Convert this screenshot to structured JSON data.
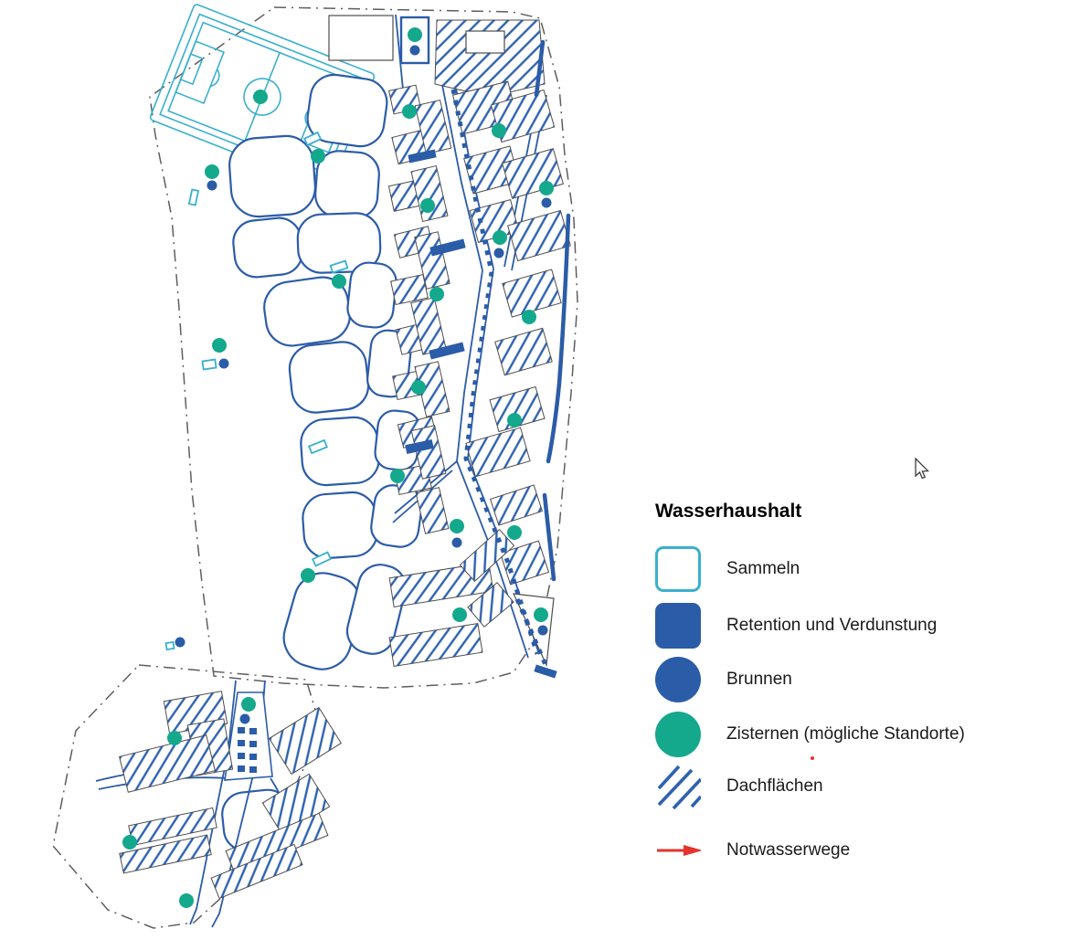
{
  "legend": {
    "title": "Wasserhaushalt",
    "items": [
      {
        "id": "sammeln",
        "label": "Sammeln",
        "swatch": "outlined-square",
        "color": "#3AAFCE"
      },
      {
        "id": "retention",
        "label": "Retention und Verdunstung",
        "swatch": "filled-square",
        "color": "#2B5CA8"
      },
      {
        "id": "brunnen",
        "label": "Brunnen",
        "swatch": "filled-circle",
        "color": "#2B5CA8"
      },
      {
        "id": "zisternen",
        "label": "Zisternen (mögliche Standorte)",
        "swatch": "filled-circle",
        "color": "#14A88C"
      },
      {
        "id": "dachflaechen",
        "label": "Dachflächen",
        "swatch": "diagonal-hatch",
        "color": "#2B5CA8"
      },
      {
        "id": "notwasserwege",
        "label": "Notwasserwege",
        "swatch": "arrow-right",
        "color": "#E5332E"
      }
    ]
  },
  "colors": {
    "blue": "#2B5CA8",
    "cyan": "#3AAFCE",
    "teal": "#14A88C",
    "red": "#E5332E",
    "outline": "#4d4d4d",
    "boundary": "#5e5e5e"
  },
  "map": {
    "cisterns": [
      [
        454,
        38
      ],
      [
        285,
        106
      ],
      [
        448,
        122
      ],
      [
        546,
        143
      ],
      [
        348,
        171
      ],
      [
        232,
        188
      ],
      [
        468,
        225
      ],
      [
        598,
        206
      ],
      [
        547,
        260
      ],
      [
        371,
        308
      ],
      [
        478,
        322
      ],
      [
        579,
        347
      ],
      [
        240,
        378
      ],
      [
        458,
        424
      ],
      [
        435,
        521
      ],
      [
        563,
        460
      ],
      [
        500,
        576
      ],
      [
        563,
        583
      ],
      [
        337,
        630
      ],
      [
        503,
        673
      ],
      [
        592,
        673
      ],
      [
        272,
        771
      ],
      [
        191,
        808
      ],
      [
        142,
        922
      ],
      [
        204,
        986
      ]
    ],
    "fountains": [
      [
        454,
        55
      ],
      [
        232,
        203
      ],
      [
        598,
        222
      ],
      [
        546,
        277
      ],
      [
        245,
        398
      ],
      [
        500,
        594
      ],
      [
        594,
        690
      ],
      [
        197,
        703
      ],
      [
        268,
        787
      ]
    ],
    "retention_bars": [
      [
        462,
        171,
        30,
        9,
        -12
      ],
      [
        490,
        271,
        38,
        10,
        -14
      ],
      [
        489,
        384,
        38,
        10,
        -14
      ],
      [
        459,
        489,
        30,
        10,
        -12
      ],
      [
        597,
        735,
        24,
        8,
        18
      ]
    ],
    "sammeln_markers": [
      [
        342,
        152,
        16,
        8,
        -25
      ],
      [
        371,
        292,
        17,
        8,
        -18
      ],
      [
        348,
        489,
        18,
        8,
        -22
      ],
      [
        352,
        612,
        18,
        8,
        -25
      ],
      [
        229,
        399,
        14,
        9,
        -8
      ],
      [
        186,
        707,
        8,
        7,
        -10
      ],
      [
        212,
        216,
        7,
        16,
        12
      ]
    ]
  }
}
